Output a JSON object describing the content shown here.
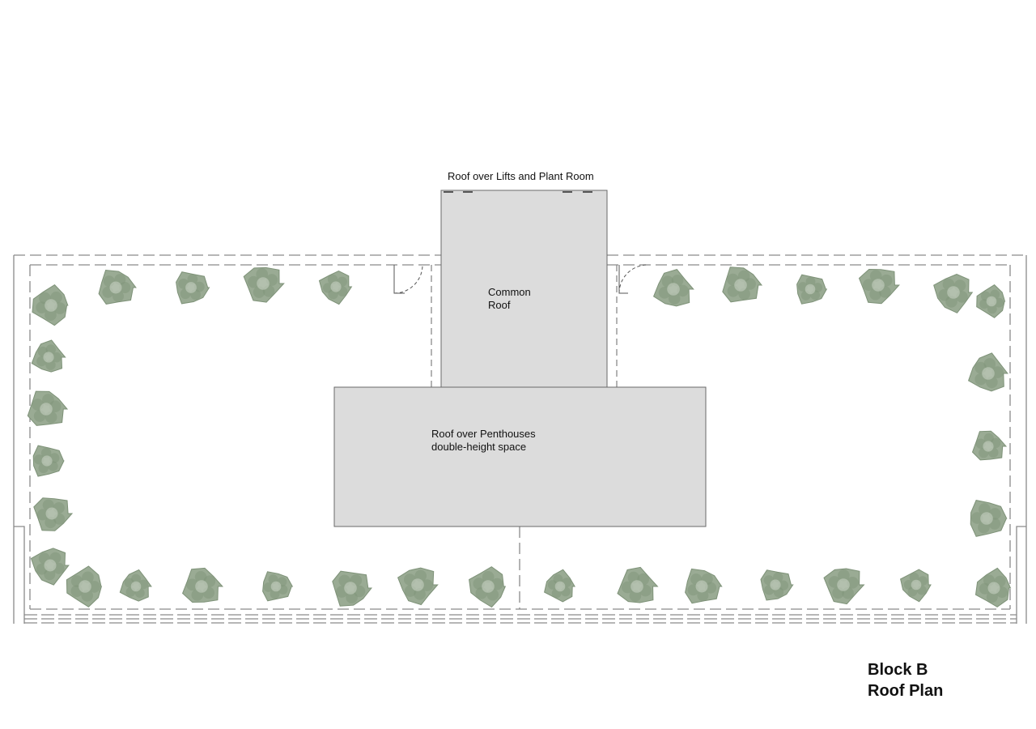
{
  "labels": {
    "lifts_roof": "Roof over Lifts and Plant Room",
    "common_roof_line1": "Common",
    "common_roof_line2": "Roof",
    "penthouse_roof_line1": "Roof over Penthouses",
    "penthouse_roof_line2": "double-height space"
  },
  "title_block": {
    "line1": "Block B",
    "line2": "Roof Plan"
  },
  "colors": {
    "roof_fill": "#dcdcdc",
    "roof_stroke": "#6a6a6a",
    "outline_dash": "#8a8a8a",
    "tree_fill": "#9aab94",
    "tree_shade": "#7e9278"
  },
  "icons": {
    "tree": "tree-planting-icon",
    "door": "door-swing-icon"
  }
}
